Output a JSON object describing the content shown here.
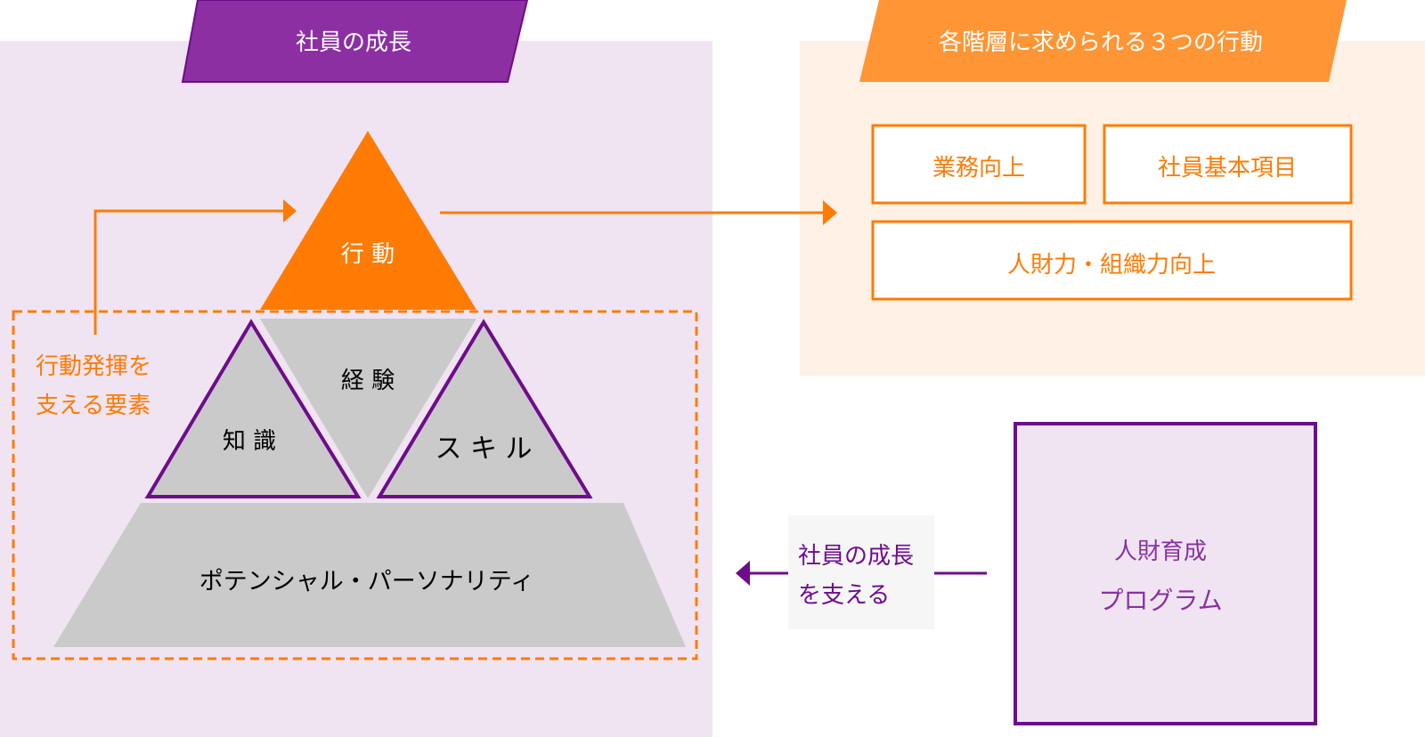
{
  "colors": {
    "purple": "#8b2fa3",
    "purple_dark": "#6e0c8c",
    "purple_bg": "#f0e4f2",
    "orange": "#ff7b04",
    "orange_tab": "#ff9535",
    "orange_bg": "#fff1e5",
    "gray": "#cacaca",
    "note_bg": "#f6f6f6"
  },
  "left_panel": {
    "header": "社員の成長",
    "pyramid": {
      "top": "行 動",
      "center": "経 験",
      "left": "知 識",
      "right": "ス キ ル",
      "base": "ポテンシャル・パーソナリティ"
    },
    "support_label_line1": "行動発揮を",
    "support_label_line2": "支える要素"
  },
  "right_panel": {
    "header": "各階層に求められる３つの行動",
    "boxes": [
      "業務向上",
      "社員基本項目",
      "人財力・組織力向上"
    ]
  },
  "program": {
    "line1": "人財育成",
    "line2": "プログラム"
  },
  "support_note": {
    "line1": "社員の成長",
    "line2": "を支える"
  }
}
